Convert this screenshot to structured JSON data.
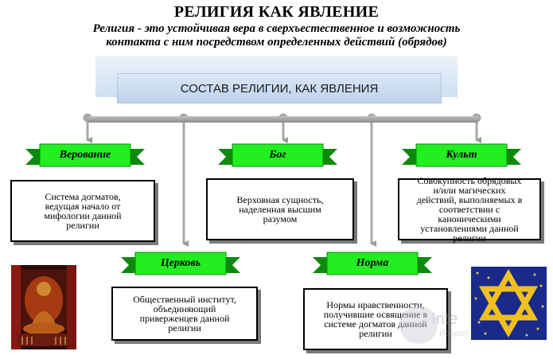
{
  "title": "РЕЛИГИЯ КАК ЯВЛЕНИЕ",
  "subtitle_line1": "Религия - это устойчивая вера в сверхъестественное и возможность",
  "subtitle_line2": "контакта с ним посредством определенных действий (обрядов)",
  "banner": "СОСТАВ РЕЛИГИИ, КАК ЯВЛЕНИЯ",
  "components": [
    {
      "label": "Верование",
      "description": [
        "Система догматов,",
        "ведущая начало от",
        "мифологии данной",
        "религии"
      ]
    },
    {
      "label": "Бог",
      "description": [
        "Верховная сущность,",
        "наделенная высшим",
        "разумом"
      ]
    },
    {
      "label": "Культ",
      "description": [
        "Совокупность обрядовых",
        "и/или магических",
        "действий, выполняемых в",
        "соответствии с",
        "каноническими",
        "установлениями данной",
        "религии"
      ]
    },
    {
      "label": "Церковь",
      "description": [
        "Общественный институт,",
        "объединяющий",
        "приверженцев данной",
        "религии"
      ]
    },
    {
      "label": "Норма",
      "description": [
        "Нормы нравственности,",
        "получившие освящение в",
        "системе догматов данной",
        "религии"
      ]
    }
  ],
  "watermark": {
    "text1": "Inte",
    "text2": "Искусст"
  },
  "colors": {
    "ribbon": "#22ee22",
    "ribbon_dark": "#0c8a0c",
    "banner": "#c8dbf0",
    "connector": "#a6a6a6"
  }
}
